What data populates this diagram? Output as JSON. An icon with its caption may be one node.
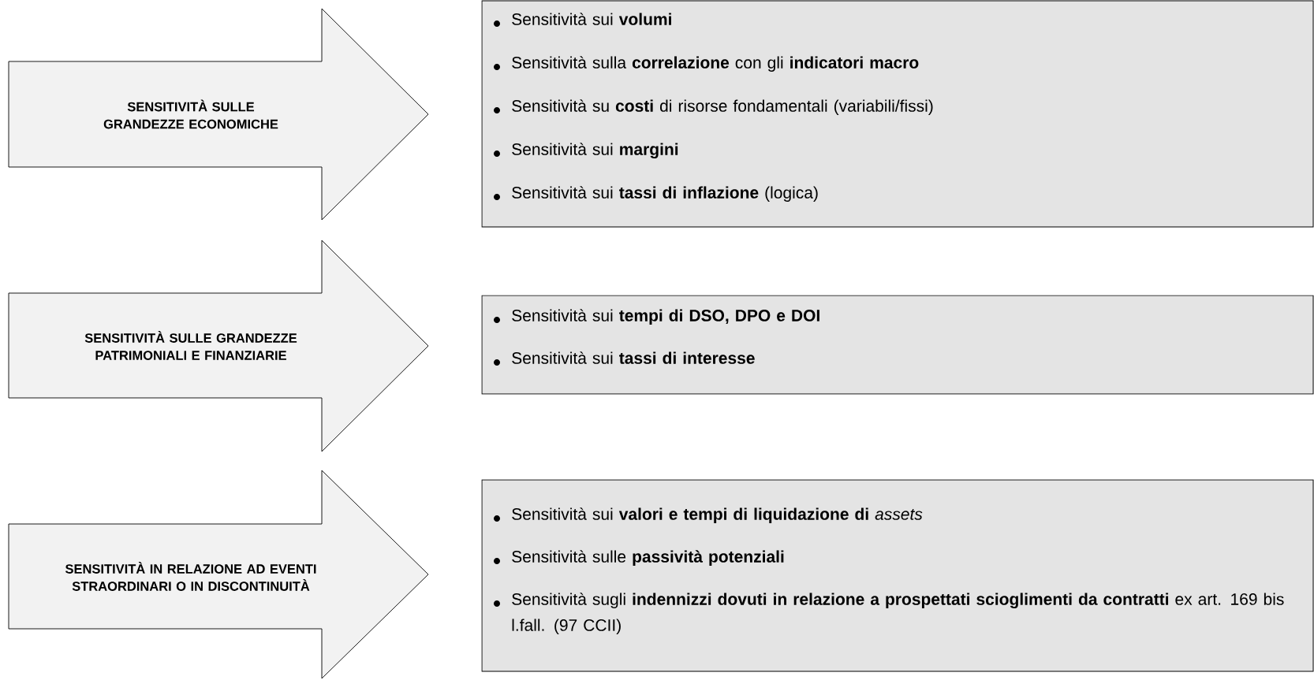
{
  "diagram": {
    "nodes": [
      {
        "text": [
          "SENSITIVITÀ SULLE GRANDEZZE ECONOMICHE"
        ]
      },
      {
        "text": [
          "Sensitività sui **volumi**",
          "Sensitività sulla **correlazione** con gli **indicatori macro**",
          "Sensitività su **costi** di risorse fondamentali (variabili/fissi)",
          "Sensitività sui **margini**",
          "Sensitività sui **tassi di inflazione** (logica)"
        ]
      },
      {
        "text": [
          "SENSITIVITÀ SULLE GRANDEZZE PATRIMONIALI E FINANZIARIE"
        ]
      },
      {
        "text": [
          "Sensitività sui **tempi di DSO, DPO e DOI**",
          "Sensitività sui **tassi di interesse**"
        ]
      },
      {
        "text": [
          "SENSITIVITÀ IN RELAZIONE AD EVENTI STRAORDINARI O IN DISCONTINUITÀ"
        ]
      },
      {
        "text": [
          "Sensitività sui **valori e tempi di liquidazione di** *assets*",
          "Sensitività sulle **passività potenziali**",
          "Sensitività sugli **indennizzi dovuti in relazione a prospettati scioglimenti da contratti** ex art. 169 bis l.fall. (97 CCII)"
        ]
      }
    ]
  }
}
